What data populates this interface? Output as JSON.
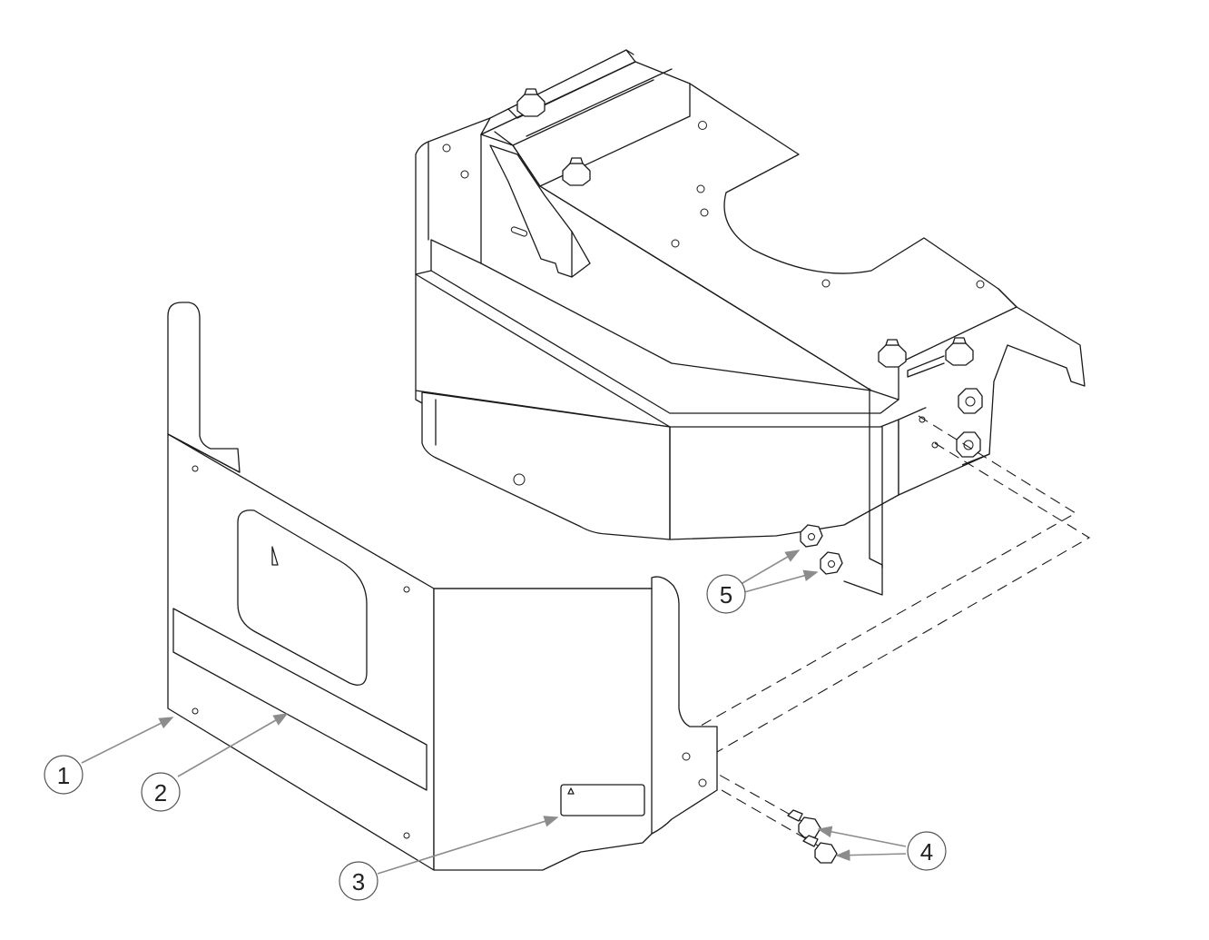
{
  "diagram": {
    "callouts": [
      {
        "id": "callout-1",
        "label": "1"
      },
      {
        "id": "callout-2",
        "label": "2"
      },
      {
        "id": "callout-3",
        "label": "3"
      },
      {
        "id": "callout-4",
        "label": "4"
      },
      {
        "id": "callout-5",
        "label": "5"
      }
    ],
    "colors": {
      "line": "#1a1a1a",
      "leader": "#8c8c8c",
      "balloon_stroke": "#555555",
      "background": "#ffffff"
    }
  }
}
